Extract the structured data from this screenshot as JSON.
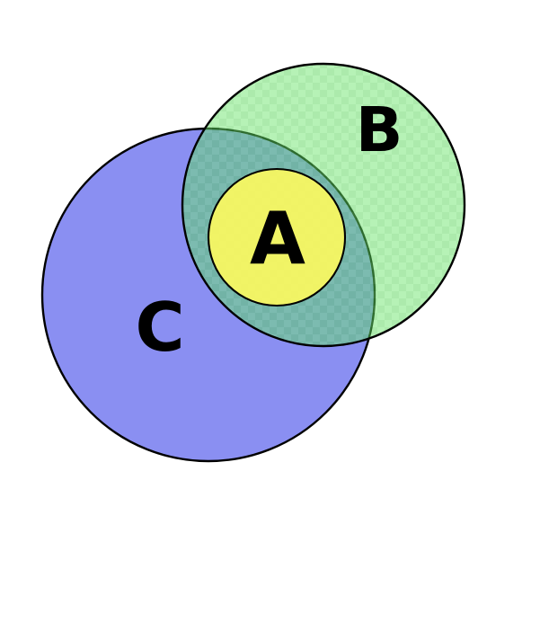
{
  "diagram": {
    "type": "venn",
    "background_color": "#ffffff",
    "outline_color": "#000000",
    "sets": {
      "a": {
        "label": "A",
        "fill": "#fbf85f"
      },
      "b": {
        "label": "B",
        "checker_light": "#6ee66e",
        "checker_dark": "#5ad65a"
      },
      "c": {
        "label": "C",
        "fill": "#8a8ff2"
      }
    }
  }
}
